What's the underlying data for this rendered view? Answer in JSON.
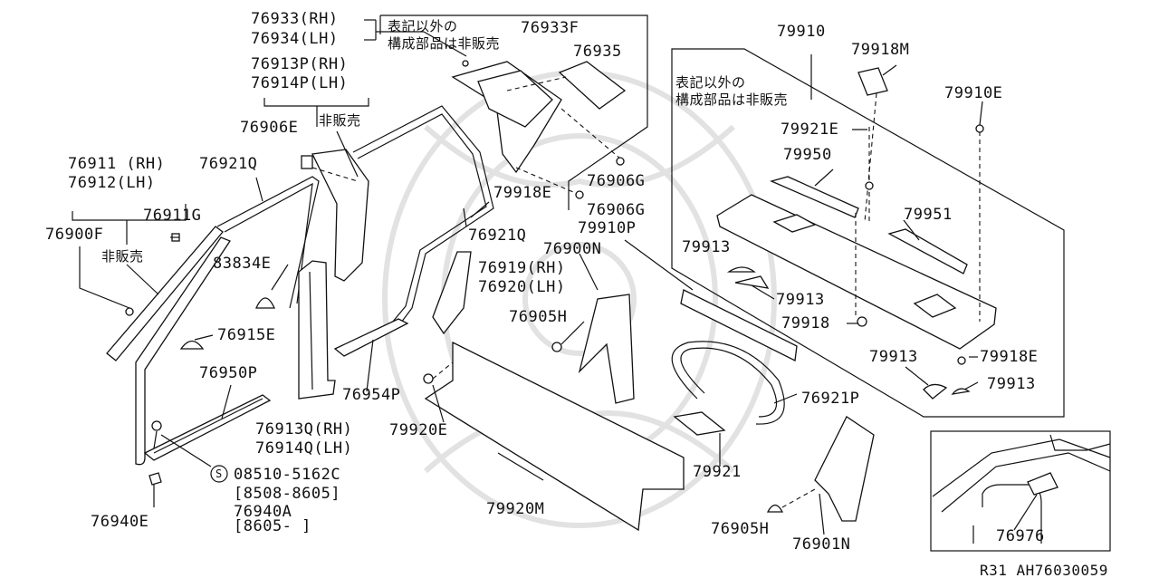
{
  "labels": {
    "p76933": "76933(RH)",
    "p76934": "76934(LH)",
    "p76913P": "76913P(RH)",
    "p76914P": "76914P(LH)",
    "p76906E": "76906E",
    "not_sold_a": "非販売",
    "p76911": "76911 (RH)",
    "p76912": "76912(LH)",
    "p76921Q_a": "76921Q",
    "p76911G": "76911G",
    "p76900F": "76900F",
    "not_sold_b": "非販売",
    "p83834E": "83834E",
    "p76915E": "76915E",
    "p76950P": "76950P",
    "p76913Q": "76913Q(RH)",
    "p76914Q": "76914Q(LH)",
    "screw_code": "08510-5162C",
    "screw_range": "[8508-8605]",
    "p76940A": "76940A",
    "p76940A_range": "[8605-    ]",
    "p76940E": "76940E",
    "p76954P": "76954P",
    "p79920E": "79920E",
    "p79920M": "79920M",
    "box1_note_1": "表記以外の",
    "box1_note_2": "構成部品は非販売",
    "p76933F": "76933F",
    "p76935": "76935",
    "p76906G_a": "76906G",
    "p79918E_a": "79918E",
    "p76906G_b": "76906G",
    "p79910P": "79910P",
    "p76921Q_b": "76921Q",
    "p76900N": "76900N",
    "p76919": "76919(RH)",
    "p76920": "76920(LH)",
    "p76905H_a": "76905H",
    "p79921": "79921",
    "p76921P": "76921P",
    "p76905H_b": "76905H",
    "p76901N": "76901N",
    "p79910": "79910",
    "box2_note_1": "表記以外の",
    "box2_note_2": "構成部品は非販売",
    "p79918M": "79918M",
    "p79910E": "79910E",
    "p79921E": "79921E",
    "p79950": "79950",
    "p79951": "79951",
    "p79913_a": "79913",
    "p79913_b": "79913",
    "p79918": "79918",
    "p79918E_b": "79918E",
    "p79913_c": "79913",
    "p79913_d": "79913",
    "p76976": "76976",
    "screw_symbol": "S",
    "footer": "R31  AH76030059"
  }
}
